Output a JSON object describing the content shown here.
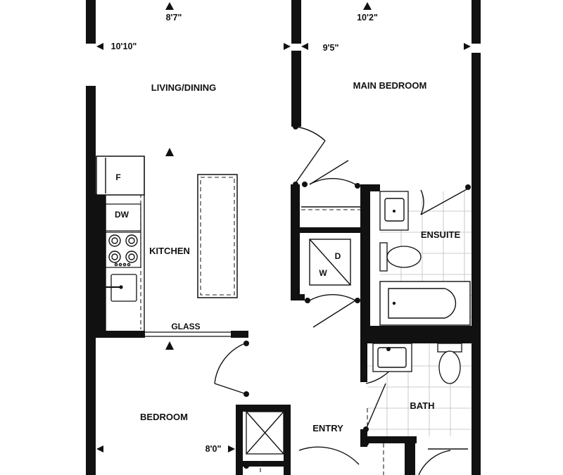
{
  "rooms": {
    "living_dining": "LIVING/DINING",
    "main_bedroom": "MAIN BEDROOM",
    "kitchen": "KITCHEN",
    "ensuite": "ENSUITE",
    "bath": "BATH",
    "bedroom": "BEDROOM",
    "entry": "ENTRY"
  },
  "fixtures": {
    "fridge": "F",
    "dishwasher": "DW",
    "washer": "W",
    "dryer": "D",
    "glass": "GLASS"
  },
  "dimensions": {
    "living_depth": "8'7\"",
    "living_width": "10'10\"",
    "main_bedroom_depth": "10'2\"",
    "main_bedroom_width": "9'5\"",
    "bedroom_width": "8'0\""
  },
  "colors": {
    "wall": "#111111",
    "line": "#111111",
    "tile": "#bdbdbd",
    "background": "#ffffff"
  }
}
